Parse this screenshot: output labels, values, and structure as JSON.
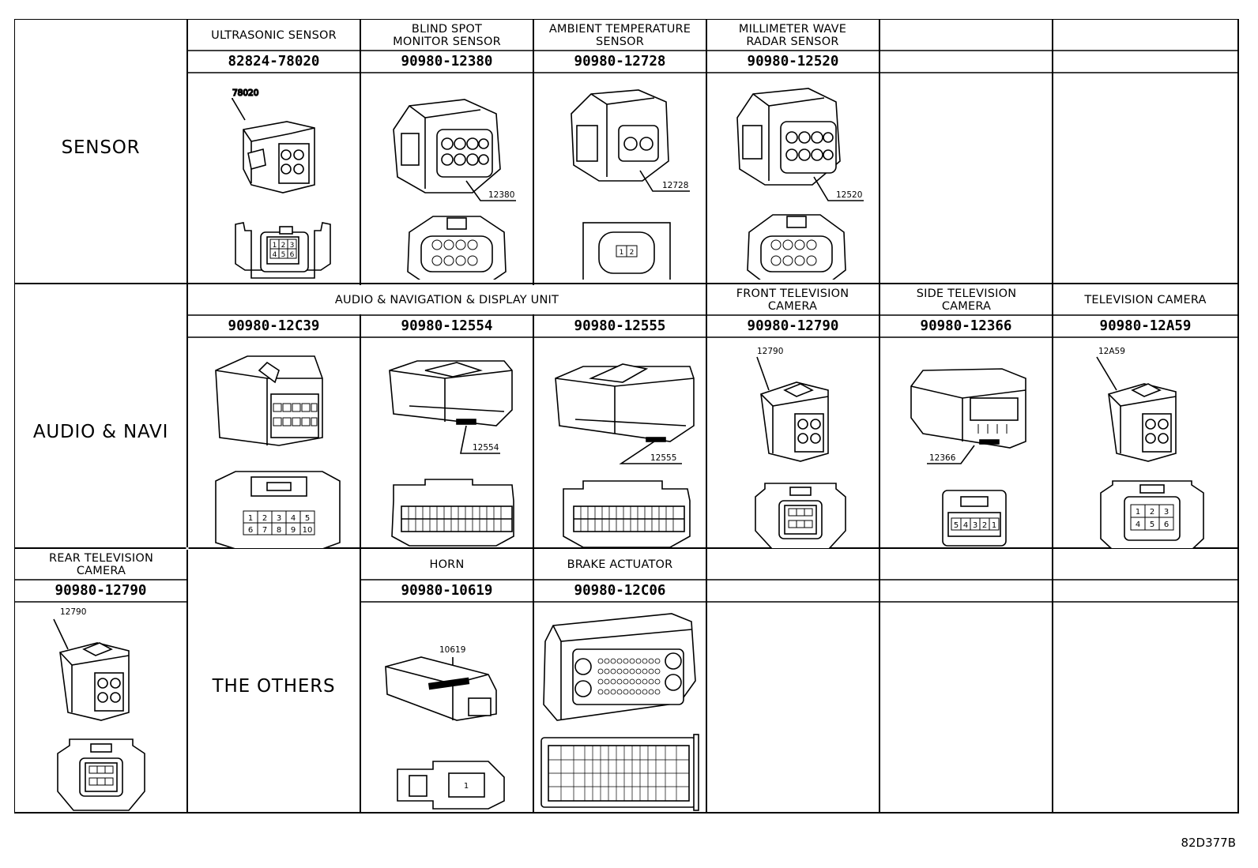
{
  "groups": {
    "sensor": "SENSOR",
    "audio": "AUDIO & NAVI",
    "others": "THE OTHERS"
  },
  "row1": {
    "c1": {
      "title": "ULTRASONIC SENSOR",
      "part": "82824-78020",
      "tag": "78020",
      "pins": [
        "1",
        "2",
        "3",
        "4",
        "5",
        "6"
      ]
    },
    "c2": {
      "title": "BLIND SPOT MONITOR SENSOR",
      "part": "90980-12380",
      "tag": "12380"
    },
    "c3": {
      "title": "AMBIENT TEMPERATURE SENSOR",
      "part": "90980-12728",
      "tag": "12728",
      "pins": [
        "1",
        "2"
      ]
    },
    "c4": {
      "title": "MILLIMETER WAVE RADAR SENSOR",
      "part": "90980-12520",
      "tag": "12520"
    }
  },
  "row2": {
    "span_title": "AUDIO & NAVIGATION & DISPLAY UNIT",
    "c1": {
      "part": "90980-12C39",
      "pins": [
        "1",
        "2",
        "3",
        "4",
        "5",
        "6",
        "7",
        "8",
        "9",
        "10"
      ]
    },
    "c2": {
      "part": "90980-12554",
      "tag": "12554"
    },
    "c3": {
      "part": "90980-12555",
      "tag": "12555"
    },
    "c4": {
      "title": "FRONT TELEVISION CAMERA",
      "part": "90980-12790",
      "tag": "12790"
    },
    "c5": {
      "title": "SIDE TELEVISION CAMERA",
      "part": "90980-12366",
      "tag": "12366",
      "pins": [
        "5",
        "4",
        "3",
        "2",
        "1"
      ]
    },
    "c6": {
      "title": "TELEVISION CAMERA",
      "part": "90980-12A59",
      "tag": "12A59",
      "pins": [
        "1",
        "2",
        "3",
        "4",
        "5",
        "6"
      ]
    }
  },
  "row3": {
    "c0": {
      "title": "REAR TELEVISION CAMERA",
      "part": "90980-12790",
      "tag": "12790"
    },
    "c2": {
      "title": "HORN",
      "part": "90980-10619",
      "tag": "10619",
      "pins": [
        "1"
      ]
    },
    "c3": {
      "title": "BRAKE ACTUATOR",
      "part": "90980-12C06"
    }
  },
  "figure_id": "82D377B"
}
